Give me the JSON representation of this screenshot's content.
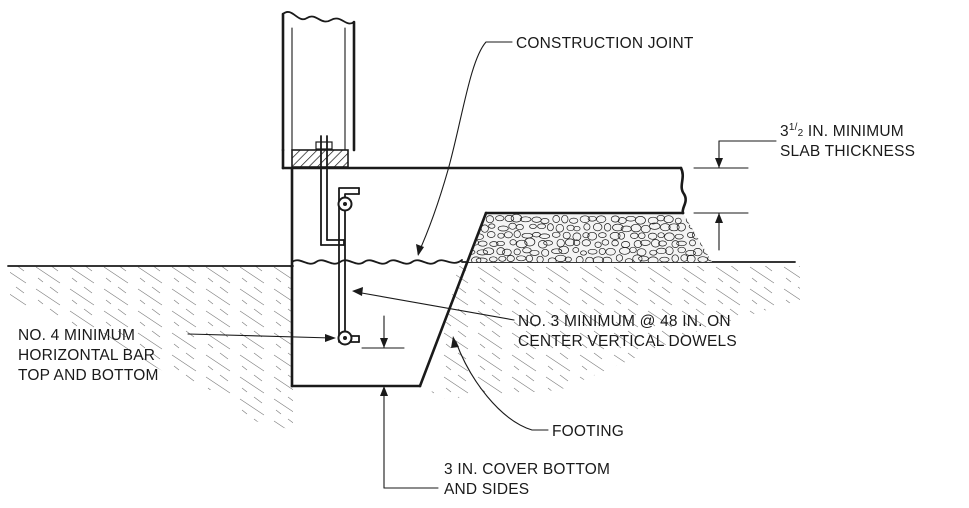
{
  "labels": {
    "construction_joint": "CONSTRUCTION JOINT",
    "slab_thickness_prefix": "3",
    "slab_thickness_sup": "1",
    "slab_thickness_sub": "2",
    "slab_thickness_line1_rest": " IN. MINIMUM",
    "slab_thickness_line2": "SLAB THICKNESS",
    "dowels_line1": "NO. 3 MINIMUM @ 48 IN. ON",
    "dowels_line2": "CENTER VERTICAL DOWELS",
    "horizontal_bar_line1": "NO. 4 MINIMUM",
    "horizontal_bar_line2": "HORIZONTAL BAR",
    "horizontal_bar_line3": "TOP AND BOTTOM",
    "footing": "FOOTING",
    "cover_line1": "3 IN. COVER BOTTOM",
    "cover_line2": "AND SIDES"
  }
}
